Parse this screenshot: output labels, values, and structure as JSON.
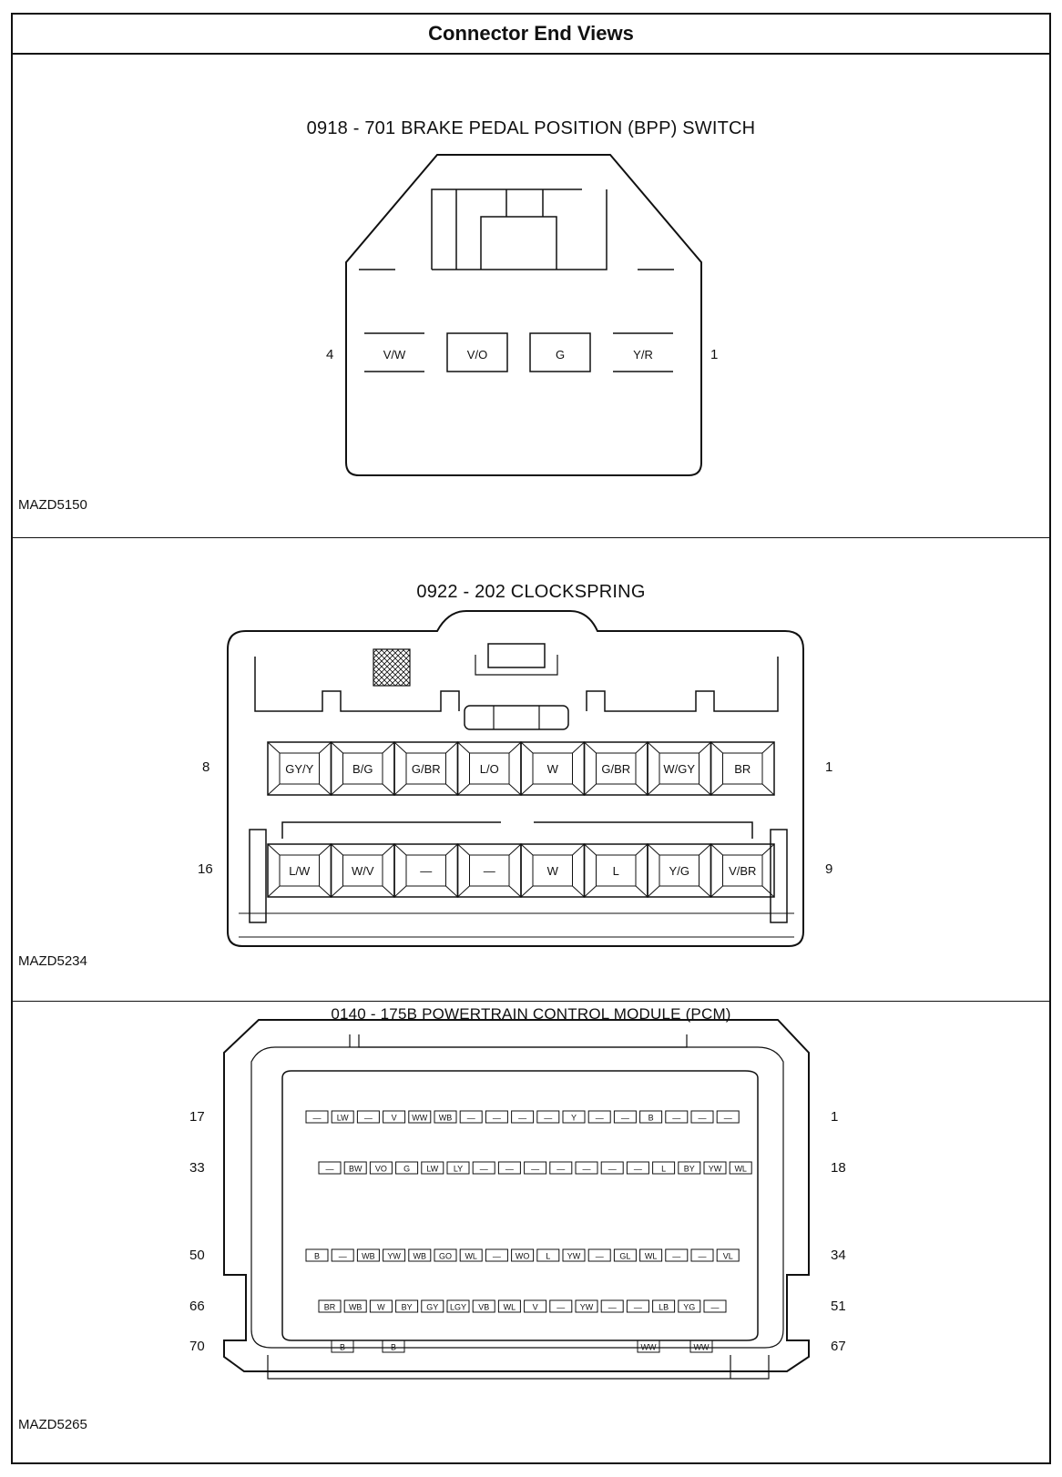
{
  "header": {
    "title": "Connector End Views"
  },
  "bpp": {
    "title": "0918 - 701 BRAKE PEDAL POSITION (BPP) SWITCH",
    "ref": "MAZD5150",
    "pin_left": "4",
    "pin_right": "1",
    "pins": [
      "V/W",
      "V/O",
      "G",
      "Y/R"
    ]
  },
  "clockspring": {
    "title": "0922 - 202 CLOCKSPRING",
    "ref": "MAZD5234",
    "row1_left": "8",
    "row1_right": "1",
    "row2_left": "16",
    "row2_right": "9",
    "row1": [
      "GY/Y",
      "B/G",
      "G/BR",
      "L/O",
      "W",
      "G/BR",
      "W/GY",
      "BR"
    ],
    "row2": [
      "L/W",
      "W/V",
      "—",
      "—",
      "W",
      "L",
      "Y/G",
      "V/BR"
    ]
  },
  "pcm": {
    "title": "0140 - 175B POWERTRAIN CONTROL MODULE (PCM)",
    "ref": "MAZD5265",
    "row_labels": [
      {
        "left": "17",
        "right": "1"
      },
      {
        "left": "33",
        "right": "18"
      },
      {
        "left": "50",
        "right": "34"
      },
      {
        "left": "66",
        "right": "51"
      },
      {
        "left": "70",
        "right": "67"
      }
    ],
    "row1": [
      "—",
      "LW",
      "—",
      "V",
      "WW",
      "WB",
      "—",
      "—",
      "—",
      "—",
      "Y",
      "—",
      "—",
      "B",
      "—",
      "—",
      "—"
    ],
    "row2": [
      "—",
      "BW",
      "VO",
      "G",
      "LW",
      "LY",
      "—",
      "—",
      "—",
      "—",
      "—",
      "—",
      "—",
      "L",
      "BY",
      "YW",
      "WL"
    ],
    "row3": [
      "B",
      "—",
      "WB",
      "YW",
      "WB",
      "GO",
      "WL",
      "—",
      "WO",
      "L",
      "YW",
      "—",
      "GL",
      "WL",
      "—",
      "—",
      "VL"
    ],
    "row4": [
      "BR",
      "WB",
      "W",
      "BY",
      "GY",
      "LGY",
      "VB",
      "WL",
      "V",
      "—",
      "YW",
      "—",
      "—",
      "LB",
      "YG",
      "—"
    ],
    "row5": [
      "B",
      "B",
      "WW",
      "WW"
    ]
  }
}
